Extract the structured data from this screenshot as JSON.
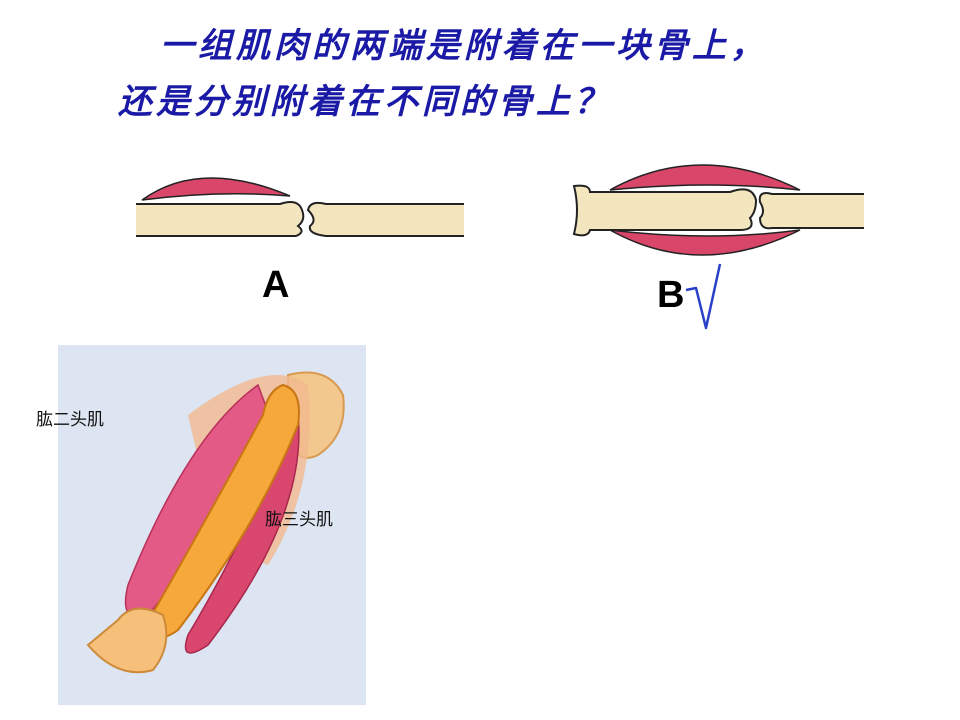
{
  "question": {
    "line1": "一组肌肉的两端是附着在一块骨上，",
    "line2": "还是分别附着在不同的骨上？"
  },
  "diagrams": {
    "a": {
      "label": "A"
    },
    "b": {
      "label": "B"
    }
  },
  "arm": {
    "biceps_label": "肱二头肌",
    "triceps_label": "肱三头肌"
  },
  "colors": {
    "title": "#1a1aa6",
    "bone": "#f3e6bf",
    "muscle": "#d8476a",
    "check": "#2a3fc8",
    "panel": "#dde4f2"
  }
}
